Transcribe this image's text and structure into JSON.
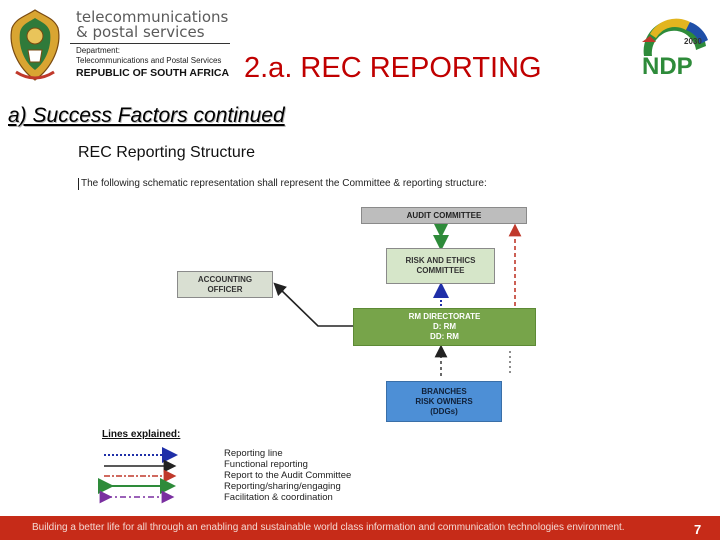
{
  "header": {
    "department_title": "telecommunications & postal services",
    "department_title_line1": "telecommunications",
    "department_title_line2": "& postal services",
    "department_sub_line1": "Department:",
    "department_sub_line2": "Telecommunications and Postal Services",
    "country": "REPUBLIC OF SOUTH AFRICA",
    "ndp_logo_text": "NDP",
    "ndp_logo_year": "2030"
  },
  "slide": {
    "title": "2.a.  REC REPORTING",
    "subtitle": "a)  Success Factors continued",
    "section_heading": "REC Reporting Structure",
    "schematic_intro": "The following schematic representation shall represent the Committee & reporting structure:"
  },
  "diagram": {
    "audit_committee": "AUDIT COMMITTEE",
    "risk_ethics_line1": "RISK AND ETHICS",
    "risk_ethics_line2": "COMMITTEE",
    "accounting_line1": "ACCOUNTING",
    "accounting_line2": "OFFICER",
    "rm_line1": "RM DIRECTORATE",
    "rm_line2": "D: RM",
    "rm_line3": "DD: RM",
    "branches_line1": "BRANCHES",
    "branches_line2": "RISK OWNERS",
    "branches_line3": "(DDGs)"
  },
  "legend": {
    "heading": "Lines explained:",
    "items": [
      {
        "label": "Reporting line",
        "color": "#1f2fa8"
      },
      {
        "label": "Functional reporting",
        "color": "#4a4a4a"
      },
      {
        "label": "Report to the Audit Committee",
        "color": "#c0392b"
      },
      {
        "label": "Reporting/sharing/engaging",
        "color": "#2e8b3a"
      },
      {
        "label": "Facilitation & coordination",
        "color": "#7a2fa0"
      }
    ]
  },
  "footer": {
    "text": "Building a better life for all through an enabling and sustainable world class information and communication technologies environment.",
    "page_number": "7"
  },
  "colors": {
    "title_red": "#c00000",
    "footer_red": "#c62b18",
    "rm_green": "#77a44a",
    "branches_blue": "#4d8fd6"
  }
}
